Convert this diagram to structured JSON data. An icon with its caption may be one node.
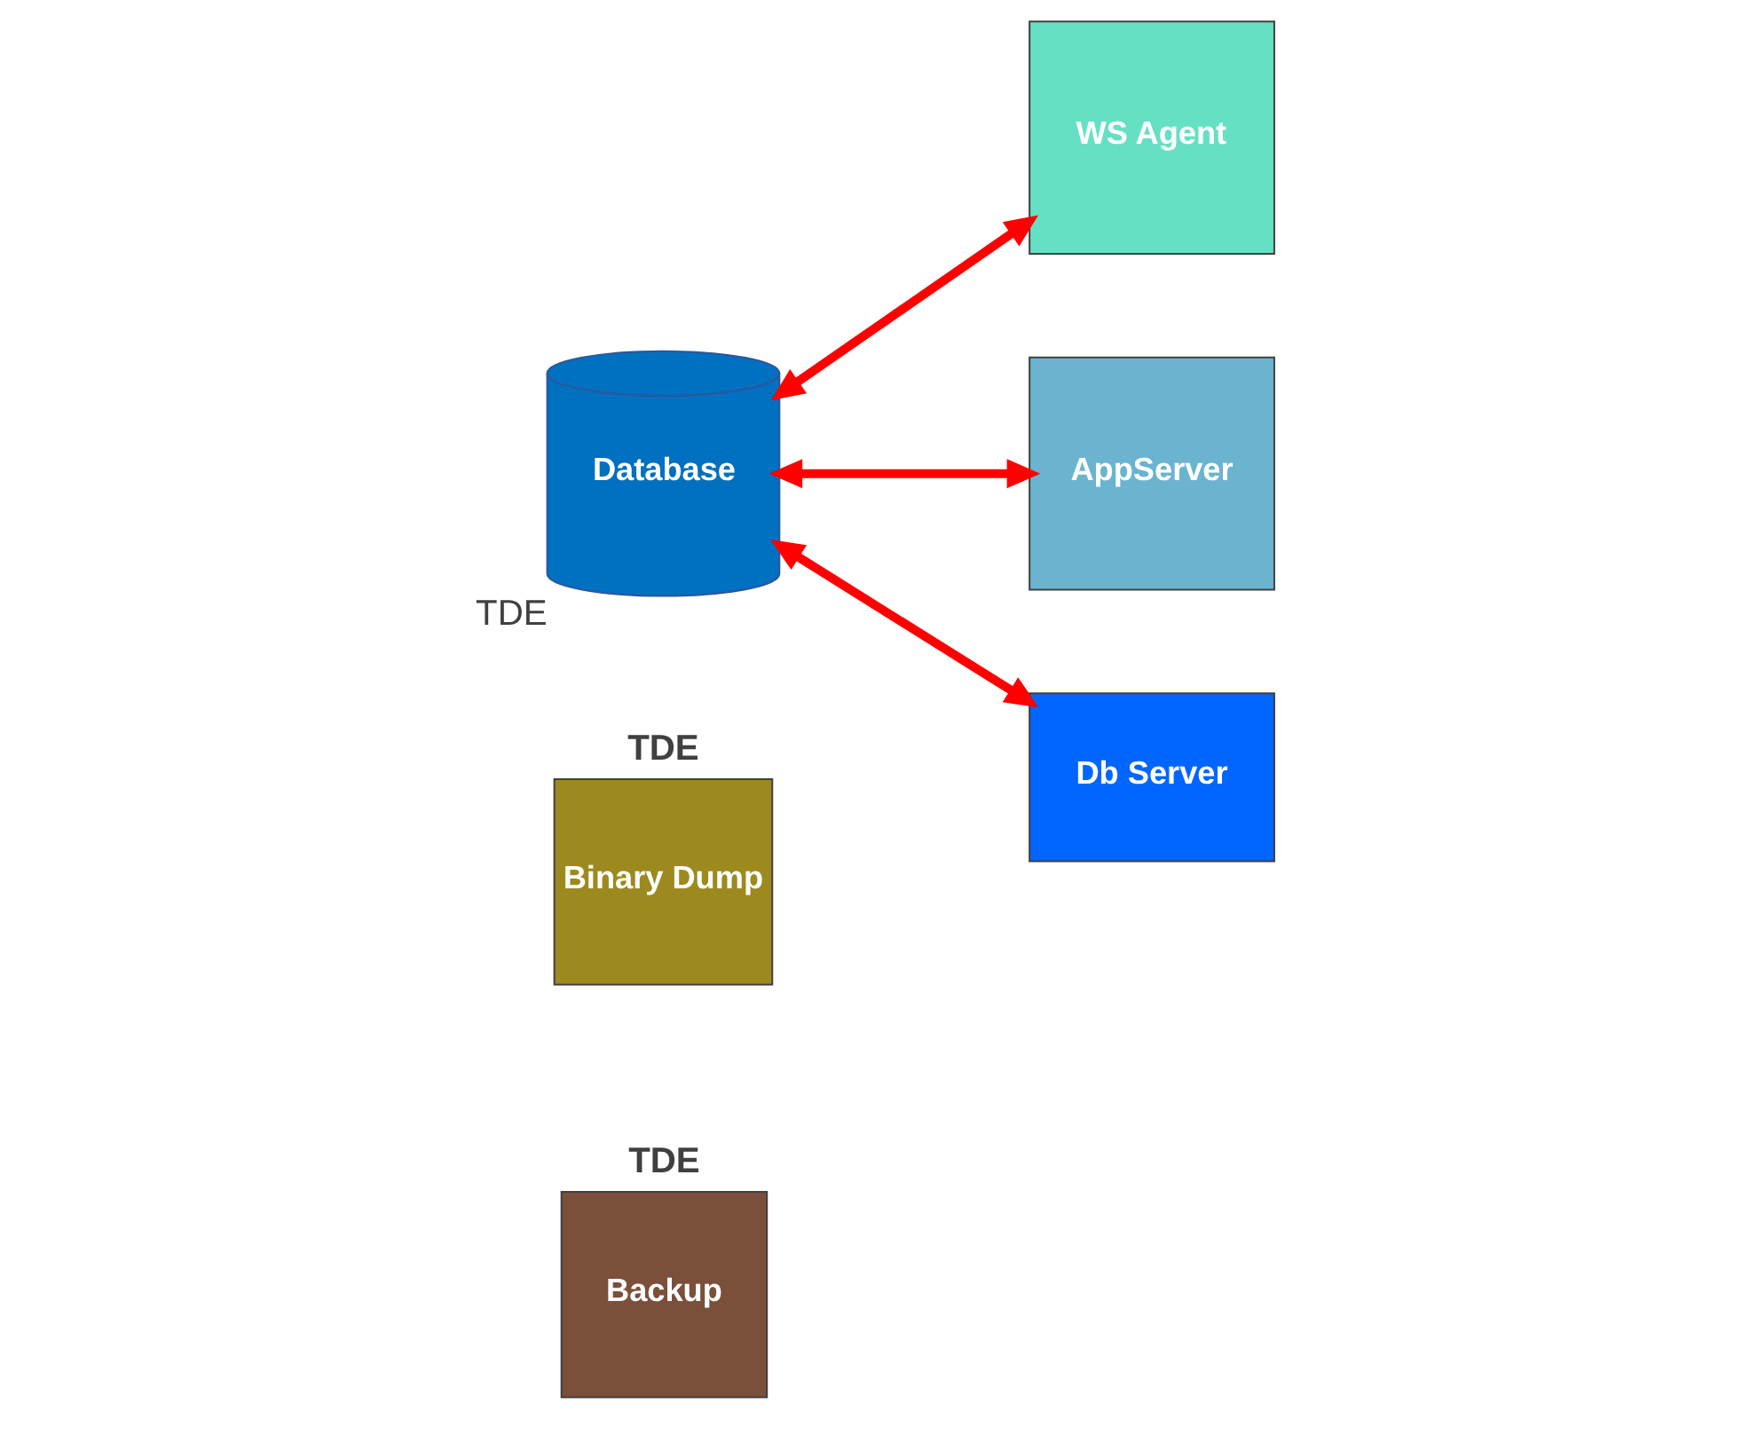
{
  "diagram": {
    "nodes": [
      {
        "text": [
          "TDE",
          "Backup"
        ]
      },
      {
        "text": [
          "TDE",
          "Binary Dump"
        ]
      },
      {
        "text": [
          "TDE",
          "Database"
        ]
      },
      {
        "text": [
          "WS Agent"
        ]
      },
      {
        "text": [
          "AppServer"
        ]
      },
      {
        "text": [
          "Db Server"
        ]
      }
    ],
    "edges": [
      {
        "from": 2,
        "to": 3,
        "arrow": "both"
      },
      {
        "from": 2,
        "to": 4,
        "arrow": "both"
      },
      {
        "from": 2,
        "to": 5,
        "arrow": "both"
      }
    ]
  }
}
